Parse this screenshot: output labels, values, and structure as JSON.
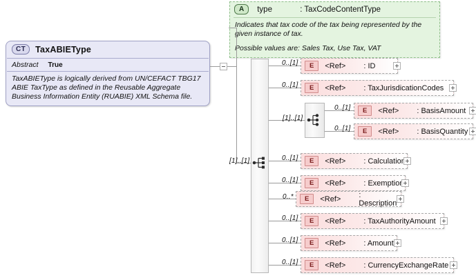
{
  "complex_type": {
    "badge": "CT",
    "title": "TaxABIEType",
    "abstract_label": "Abstract",
    "abstract_value": "True",
    "documentation": "TaxABIEType is logically derived from UN/CEFACT TBG17 ABIE TaxType as defined in the Reusable Aggregate Business Information Entity (RUABIE) XML Schema file."
  },
  "attribute": {
    "badge": "A",
    "name": "type",
    "type": ": TaxCodeContentType",
    "doc_line1": "Indicates that tax code of the tax being represented by the given instance of tax.",
    "doc_line2": "Possible values are: Sales Tax, Use Tax, VAT"
  },
  "groups": {
    "outer_sequence_cardinality": "[1]..[1]",
    "inner_sequence_cardinality": "[1]..[1]",
    "icon": "sequence-icon"
  },
  "elements": [
    {
      "badge": "E",
      "ref": "<Ref>",
      "name": ": ID",
      "cardinality": "0..[1]"
    },
    {
      "badge": "E",
      "ref": "<Ref>",
      "name": ": TaxJurisdicationCodes",
      "cardinality": "0..[1]"
    },
    {
      "badge": "E",
      "ref": "<Ref>",
      "name": ": BasisAmount",
      "cardinality": "0..[1]"
    },
    {
      "badge": "E",
      "ref": "<Ref>",
      "name": ": BasisQuantity",
      "cardinality": "0..[1]"
    },
    {
      "badge": "E",
      "ref": "<Ref>",
      "name": ": Calculation",
      "cardinality": "0..[1]"
    },
    {
      "badge": "E",
      "ref": "<Ref>",
      "name": ": Exemption",
      "cardinality": "0..[1]"
    },
    {
      "badge": "E",
      "ref": "<Ref>",
      "name": ": Description",
      "cardinality": "0..*"
    },
    {
      "badge": "E",
      "ref": "<Ref>",
      "name": ": TaxAuthorityAmount",
      "cardinality": "0..[1]"
    },
    {
      "badge": "E",
      "ref": "<Ref>",
      "name": ": Amount",
      "cardinality": "0..[1]"
    },
    {
      "badge": "E",
      "ref": "<Ref>",
      "name": ": CurrencyExchangeRate",
      "cardinality": "0..[1]"
    }
  ],
  "colors": {
    "complex_type_fill": "#e8e8f6",
    "attribute_fill": "#e4f4e0",
    "element_fill": "#fbdede",
    "line": "#9a9a9a"
  }
}
